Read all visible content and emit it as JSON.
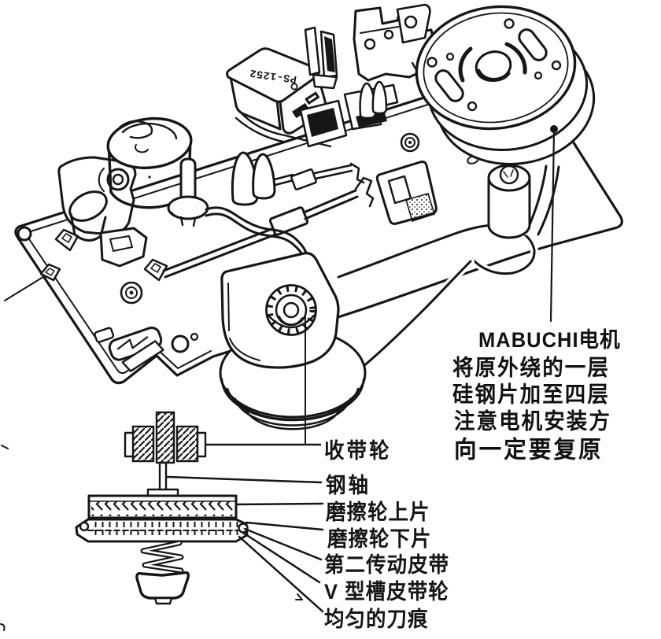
{
  "colors": {
    "paper": "#ffffff",
    "ink": "#161616"
  },
  "box_label": "PS-1252",
  "motor_note": {
    "lines": [
      "MABUCHI电机",
      "将原外绕的一层",
      "硅钢片加至四层",
      "注意电机安装方",
      "向一定要复原"
    ]
  },
  "part_labels": [
    "收带轮",
    "钢轴",
    "磨擦轮上片",
    "磨擦轮下片",
    "第二传动皮带",
    "V 型槽皮带轮",
    "均匀的刀痕"
  ]
}
